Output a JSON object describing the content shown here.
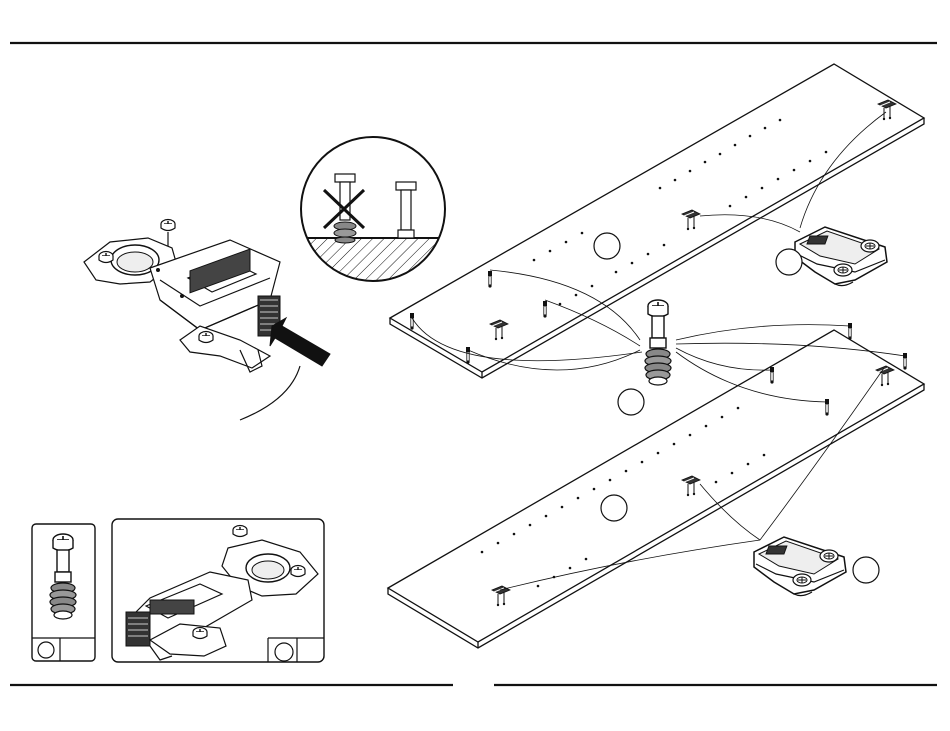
{
  "diagram": {
    "type": "assembly-instruction",
    "colors": {
      "ink": "#111111",
      "paper": "#ffffff",
      "shade": "#d9d9d9"
    },
    "icons": [
      "hinge-icon",
      "mounting-plate-icon",
      "cam-bolt-icon",
      "screw-icon",
      "press-arrow-icon",
      "wrong-way-cross-icon",
      "panel-icon"
    ],
    "panels": 2,
    "callout_circles": 6,
    "legend_boxes": 2
  }
}
